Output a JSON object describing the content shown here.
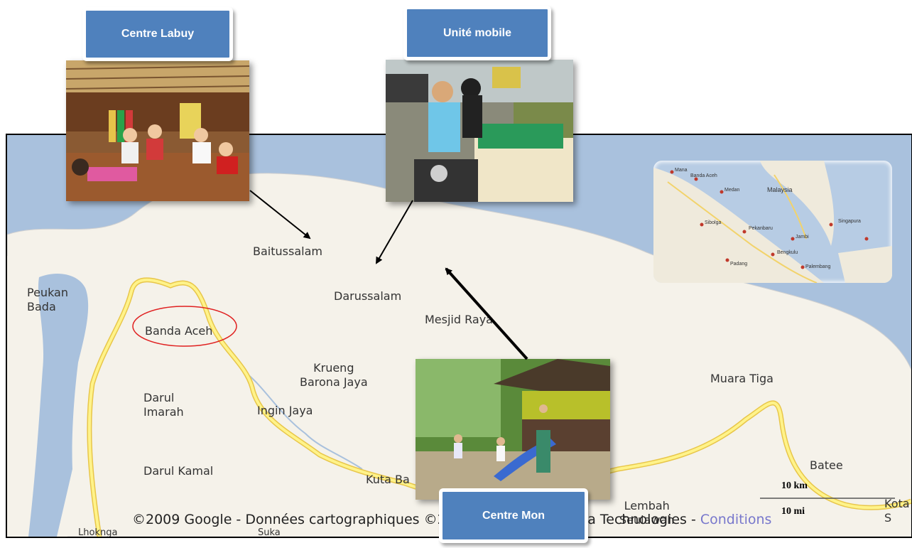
{
  "callouts": {
    "labuy": "Centre Labuy",
    "mobile": "Unité mobile",
    "mon": "Centre Mon"
  },
  "map": {
    "places": {
      "peukan_bada": "Peukan\nBada",
      "baitussalam": "Baitussalam",
      "darussalam": "Darussalam",
      "mesjid_raya": "Mesjid Raya",
      "banda_aceh": "Banda Aceh",
      "krueng_barona_jaya": "Krueng\nBarona Jaya",
      "darul_imarah": "Darul\nImarah",
      "ingin_jaya": "Ingin Jaya",
      "darul_kamal": "Darul Kamal",
      "kuta_ba": "Kuta Ba",
      "muara_tiga": "Muara Tiga",
      "batee": "Batee",
      "lembah_seulawah": "Lembah\nSeulawah",
      "kota": "Kota S",
      "lhoknga": "Lhoknga",
      "suka": "Suka"
    },
    "scale": {
      "km": "10 km",
      "mi": "10 mi"
    },
    "copyright": "©2009 Google - Données cartographiques ©2009 Tele Atlas, Europa Technologies - ",
    "conditions_link": "Conditions",
    "highlight_color": "#e02020"
  },
  "inset": {
    "labels": [
      "Mana",
      "Banda Aceh",
      "Medan",
      "Malaysia",
      "Padang",
      "Pekanbaru",
      "Sibolga",
      "Singapura",
      "Jambi",
      "Bengkulu",
      "Palembang"
    ]
  }
}
